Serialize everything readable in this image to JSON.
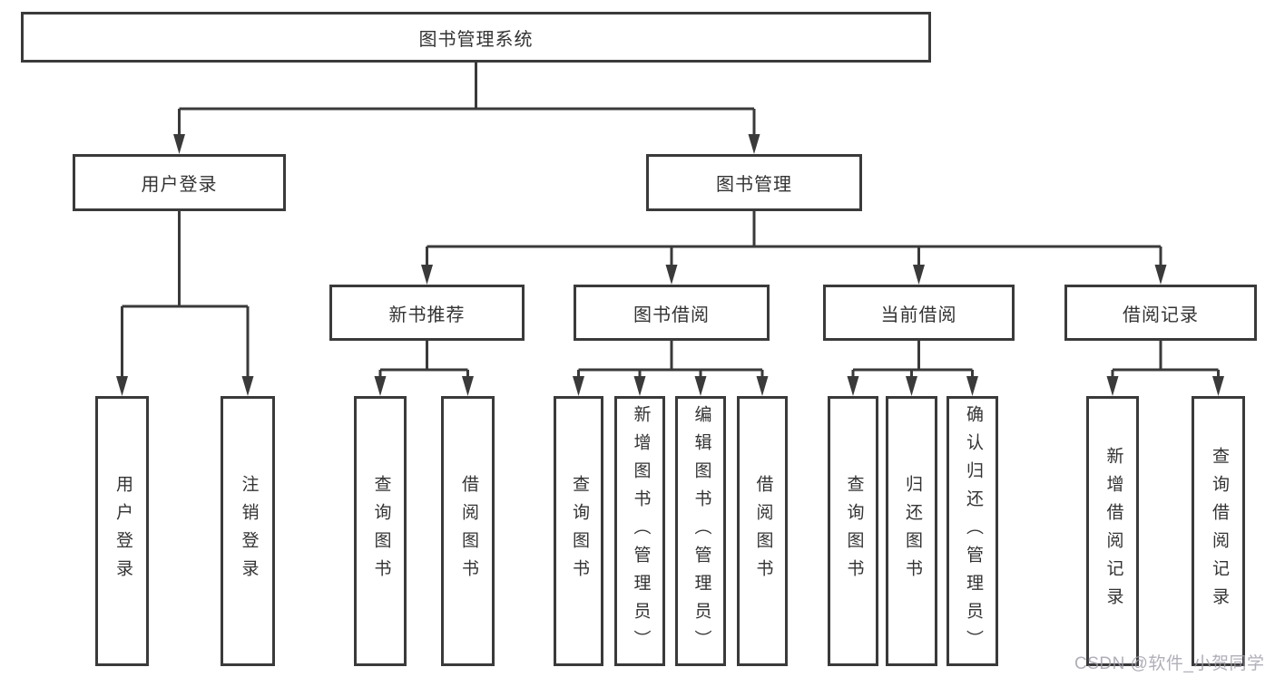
{
  "diagram_title": "图书管理系统",
  "tree": {
    "label": "图书管理系统",
    "children": [
      {
        "label": "用户登录",
        "children": [
          {
            "label": "用户登录"
          },
          {
            "label": "注销登录"
          }
        ]
      },
      {
        "label": "图书管理",
        "children": [
          {
            "label": "新书推荐",
            "children": [
              {
                "label": "查询图书"
              },
              {
                "label": "借阅图书"
              }
            ]
          },
          {
            "label": "图书借阅",
            "children": [
              {
                "label": "查询图书"
              },
              {
                "label": "新增图书（管理员）"
              },
              {
                "label": "编辑图书（管理员）"
              },
              {
                "label": "借阅图书"
              }
            ]
          },
          {
            "label": "当前借阅",
            "children": [
              {
                "label": "查询图书"
              },
              {
                "label": "归还图书"
              },
              {
                "label": "确认归还（管理员）"
              }
            ]
          },
          {
            "label": "借阅记录",
            "children": [
              {
                "label": "新增借阅记录"
              },
              {
                "label": "查询借阅记录"
              }
            ]
          }
        ]
      }
    ]
  },
  "watermark": "CSDN @软件_小贺同学",
  "colors": {
    "line": "#3a3a3a",
    "box_border": "#3a3a3a",
    "text": "#333333",
    "background": "#ffffff",
    "watermark": "#9e9eaa"
  }
}
